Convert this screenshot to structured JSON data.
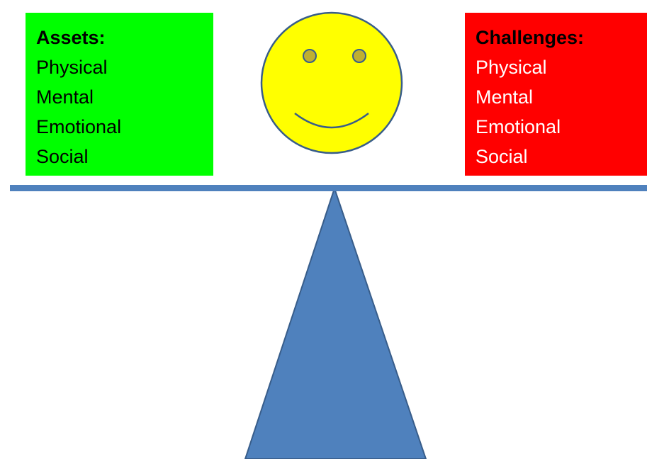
{
  "colors": {
    "assets_bg": "#00ff00",
    "challenges_bg": "#ff0000",
    "beam": "#4f81bd",
    "fulcrum": "#4f81bd",
    "face": "#ffff00",
    "face_outline": "#385d8a",
    "eyes": "#c0b030"
  },
  "assets": {
    "heading": "Assets:",
    "items": [
      "Physical",
      "Mental",
      "Emotional",
      "Social"
    ]
  },
  "challenges": {
    "heading": "Challenges:",
    "items": [
      "Physical",
      "Mental",
      "Emotional",
      "Social"
    ]
  },
  "icons": {
    "face": "smiley-face-icon"
  }
}
